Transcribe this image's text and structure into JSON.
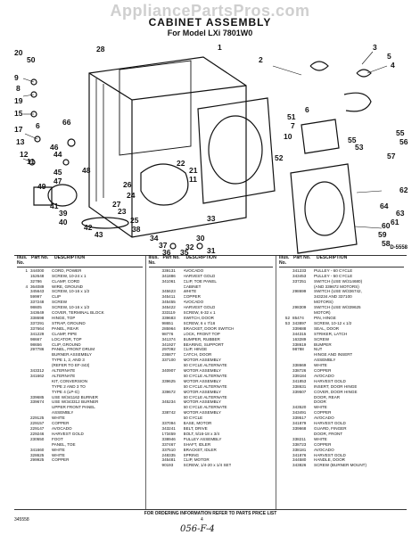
{
  "watermark": "AppliancePartsPros.com",
  "header": {
    "title": "CABINET ASSEMBLY",
    "subtitle": "For Model LXi 7801W0"
  },
  "diagram_code": "D-5558",
  "callouts": [
    "28",
    "1",
    "2",
    "3",
    "5",
    "4",
    "20",
    "50",
    "9",
    "8",
    "19",
    "66",
    "15",
    "6",
    "51",
    "7",
    "6",
    "10",
    "55",
    "17",
    "13",
    "12",
    "11",
    "53",
    "55",
    "56",
    "57",
    "62",
    "52",
    "64",
    "63",
    "61",
    "60",
    "59",
    "58",
    "46",
    "44",
    "45",
    "47",
    "49",
    "41",
    "39",
    "40",
    "42",
    "43",
    "48",
    "26",
    "24",
    "27",
    "23",
    "25",
    "38",
    "34",
    "37",
    "36",
    "35",
    "33",
    "30",
    "32",
    "31",
    "22",
    "21",
    "11"
  ],
  "table_header": {
    "ill": "Illus. No.",
    "part": "Part No.",
    "desc": "DESCRIPTION"
  },
  "columns": [
    [
      [
        "1",
        "344000",
        "CORD, POWER"
      ],
      [
        "",
        "152648",
        "SCREW, 10-24 x 1"
      ],
      [
        "",
        "32786",
        "CLAMP, CORD"
      ],
      [
        "4",
        "364089",
        "WIRE, GROUND"
      ],
      [
        "",
        "345643",
        "SCREW, 10-16 x 1/2"
      ],
      [
        "",
        "59997",
        "CLIP"
      ],
      [
        "",
        "337248",
        "SCREW"
      ],
      [
        "",
        "98605",
        "SCREW, 10-16 x 1/2"
      ],
      [
        "",
        "343649",
        "COVER, TERMINAL BLOCK"
      ],
      [
        "",
        "338698",
        "HINGE, TOP"
      ],
      [
        "",
        "337291",
        "STRAP, GROUND"
      ],
      [
        "",
        "337664",
        "PANEL, REAR"
      ],
      [
        "",
        "341229",
        "CLAMP, PIPE"
      ],
      [
        "",
        "98667",
        "LOCATOR, TOP"
      ],
      [
        "",
        "98656",
        "CLIP, GROUND"
      ],
      [
        "",
        "297786",
        "PANEL, FRONT DRUM"
      ],
      [
        "",
        "",
        "BURNER ASSEMBLY"
      ],
      [
        "",
        "",
        "TYPE 1, 2, AND 3"
      ],
      [
        "",
        "",
        "(REFER TO EF-343)"
      ],
      [
        "",
        "343312",
        "ALTERNATE"
      ],
      [
        "",
        "341662",
        "ALTERNATE"
      ],
      [
        "",
        "",
        "KIT, CONVERSION"
      ],
      [
        "",
        "",
        "TYPE 2 AND 3 TO"
      ],
      [
        "",
        "",
        "TYPE 4 (LP-G)"
      ],
      [
        "",
        "339685",
        "USE W/341162 BURNER"
      ],
      [
        "",
        "339674",
        "USE W/343312 BURNER"
      ],
      [
        "",
        "",
        "UPPER FRONT PANEL"
      ],
      [
        "",
        "",
        "ASSEMBLY"
      ],
      [
        "",
        "229125",
        "WHITE"
      ],
      [
        "",
        "229157",
        "COPPER"
      ],
      [
        "",
        "229147",
        "AVOCADO"
      ],
      [
        "",
        "229246",
        "HARVEST GOLD"
      ],
      [
        "",
        "230550",
        "FOOT"
      ],
      [
        "",
        "",
        "PANEL, TOE"
      ],
      [
        "",
        "341660",
        "WHITE"
      ],
      [
        "",
        "328625",
        "WHITE"
      ],
      [
        "",
        "299925",
        "COPPER"
      ]
    ],
    [
      [
        "",
        "339131",
        "AVOCADO"
      ],
      [
        "",
        "341886",
        "HARVEST GOLD"
      ],
      [
        "",
        "341061",
        "CLIP, TOE PANEL"
      ],
      [
        "",
        "",
        "CABINET"
      ],
      [
        "",
        "345623",
        "WHITE"
      ],
      [
        "",
        "345411",
        "COPPER"
      ],
      [
        "",
        "345455",
        "AVOCADO"
      ],
      [
        "",
        "345422",
        "HARVEST GOLD"
      ],
      [
        "",
        "333119",
        "SCREW, 6-32 x 1"
      ],
      [
        "",
        "339683",
        "SWITCH, DOOR"
      ],
      [
        "",
        "98651",
        "SCREW, 6 x 7/16"
      ],
      [
        "",
        "285964",
        "BRACKET, DOOR SWITCH"
      ],
      [
        "",
        "98776",
        "LOCK, FRONT TOP"
      ],
      [
        "",
        "341374",
        "BUMPER, RUBBER"
      ],
      [
        "",
        "341927",
        "BEARING, SUPPORT"
      ],
      [
        "",
        "297092",
        "CLIP, HINGE"
      ],
      [
        "",
        "236877",
        "CATCH, DOOR"
      ],
      [
        "",
        "337100",
        "MOTOR ASSEMBLY"
      ],
      [
        "",
        "",
        "60 CYCLE ALTERNATE"
      ],
      [
        "",
        "340907",
        "MOTOR ASSEMBLY"
      ],
      [
        "",
        "",
        "60 CYCLE ALTERNATE"
      ],
      [
        "",
        "339625",
        "MOTOR ASSEMBLY"
      ],
      [
        "",
        "",
        "60 CYCLE ALTERNATE"
      ],
      [
        "",
        "339672",
        "MOTOR ASSEMBLY"
      ],
      [
        "",
        "",
        "60 CYCLE ALTERNATE"
      ],
      [
        "",
        "345234",
        "MOTOR ASSEMBLY"
      ],
      [
        "",
        "",
        "60 CYCLE ALTERNATE"
      ],
      [
        "",
        "338742",
        "MOTOR ASSEMBLY"
      ],
      [
        "",
        "",
        "50 CYCLE"
      ],
      [
        "",
        "337094",
        "BASE, MOTOR"
      ],
      [
        "",
        "343241",
        "BELT, DRIVE"
      ],
      [
        "",
        "173459",
        "BOLT, 5/16-18 x 3/4"
      ],
      [
        "",
        "338946",
        "PULLEY ASSEMBLY"
      ],
      [
        "",
        "337467",
        "SHAFT, IDLER"
      ],
      [
        "",
        "337510",
        "BRACKET, IDLER"
      ],
      [
        "",
        "248335",
        "SPRING"
      ],
      [
        "",
        "345481",
        "CLIP, MOTOR"
      ],
      [
        "",
        "90193",
        "SCREW, 1/4-20 x 1/4 SET"
      ]
    ],
    [
      [
        "",
        "341233",
        "PULLEY - 60 CYCLE"
      ],
      [
        "",
        "343453",
        "PULLEY - 50 CYCLE"
      ],
      [
        "",
        "337251",
        "SWITCH (USE W/314680)"
      ],
      [
        "",
        "",
        "(AND 339672 MOTORS)"
      ],
      [
        "",
        "298699",
        "SWITCH (USE W/336742,"
      ],
      [
        "",
        "",
        "343234 AND 337100"
      ],
      [
        "",
        "",
        "MOTORS)"
      ],
      [
        "",
        "298309",
        "SWITCH (USE W/339625"
      ],
      [
        "",
        "",
        "MOTOR)"
      ],
      [
        "52",
        "85474",
        "PIN, HINGE"
      ],
      [
        "53",
        "343897",
        "SCREW, 10-12 x 1/2"
      ],
      [
        "",
        "339688",
        "SEAL, DOOR"
      ],
      [
        "",
        "344315",
        "STRIKER, LATCH"
      ],
      [
        "",
        "163289",
        "SCREW"
      ],
      [
        "",
        "338619",
        "BUMPER"
      ],
      [
        "",
        "98788",
        "NUT"
      ],
      [
        "",
        "",
        "HINGE AND INSERT"
      ],
      [
        "",
        "",
        "ASSEMBLY"
      ],
      [
        "",
        "338669",
        "WHITE"
      ],
      [
        "",
        "338726",
        "COPPER"
      ],
      [
        "",
        "339184",
        "AVOCADO"
      ],
      [
        "",
        "341853",
        "HARVEST GOLD"
      ],
      [
        "",
        "338631",
        "INSERT, DOOR HINGE"
      ],
      [
        "",
        "339507",
        "COVER, DOOR HINGE"
      ],
      [
        "",
        "",
        "DOOR, REAR"
      ],
      [
        "",
        "",
        "DOOR"
      ],
      [
        "",
        "343520",
        "WHITE"
      ],
      [
        "",
        "343491",
        "COPPER"
      ],
      [
        "",
        "339517",
        "AVOCADO"
      ],
      [
        "",
        "341879",
        "HARVEST GOLD"
      ],
      [
        "",
        "339668",
        "GUARD, FINGER"
      ],
      [
        "",
        "",
        "DOOR, FRONT"
      ],
      [
        "",
        "338211",
        "WHITE"
      ],
      [
        "",
        "338723",
        "COPPER"
      ],
      [
        "",
        "338181",
        "AVOCADO"
      ],
      [
        "",
        "341876",
        "HARVEST GOLD"
      ],
      [
        "",
        "344580",
        "HANDLE, DOOR"
      ],
      [
        "",
        "343826",
        "SCREW (BURNER MOUNT)"
      ]
    ]
  ],
  "footer_text": "FOR ORDERING INFORMATION REFER TO PARTS PRICE LIST",
  "page_number": "4",
  "doc_number": "345558",
  "handwritten": "056-F-4"
}
